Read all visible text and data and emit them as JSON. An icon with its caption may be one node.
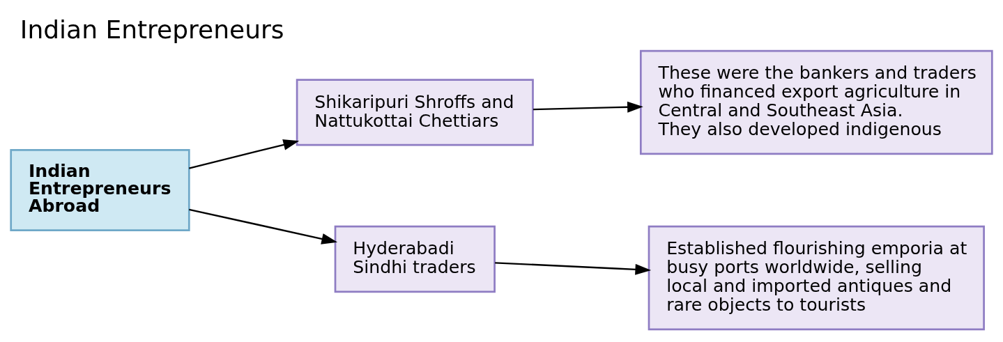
{
  "diagram": {
    "title": "Indian Entrepreneurs",
    "nodes": [
      {
        "text": [
          "Indian Entrepreneurs Abroad"
        ]
      },
      {
        "text": [
          "Shikaripuri Shroffs and Nattukottai Chettiars"
        ]
      },
      {
        "text": [
          "These were the bankers and traders who financed export agriculture in Central and Southeast Asia.",
          "They also developed indigenous"
        ]
      },
      {
        "text": [
          "Hyderabadi Sindhi traders"
        ]
      },
      {
        "text": [
          "Established flourishing emporia at busy ports worldwide, selling local and imported antiques and rare objects to tourists"
        ]
      }
    ],
    "edges": [
      {
        "from": 0,
        "to": 1,
        "arrow": "to"
      },
      {
        "from": 0,
        "to": 3,
        "arrow": "to"
      },
      {
        "from": 1,
        "to": 2,
        "arrow": "to"
      },
      {
        "from": 3,
        "to": 4,
        "arrow": "to"
      }
    ]
  }
}
